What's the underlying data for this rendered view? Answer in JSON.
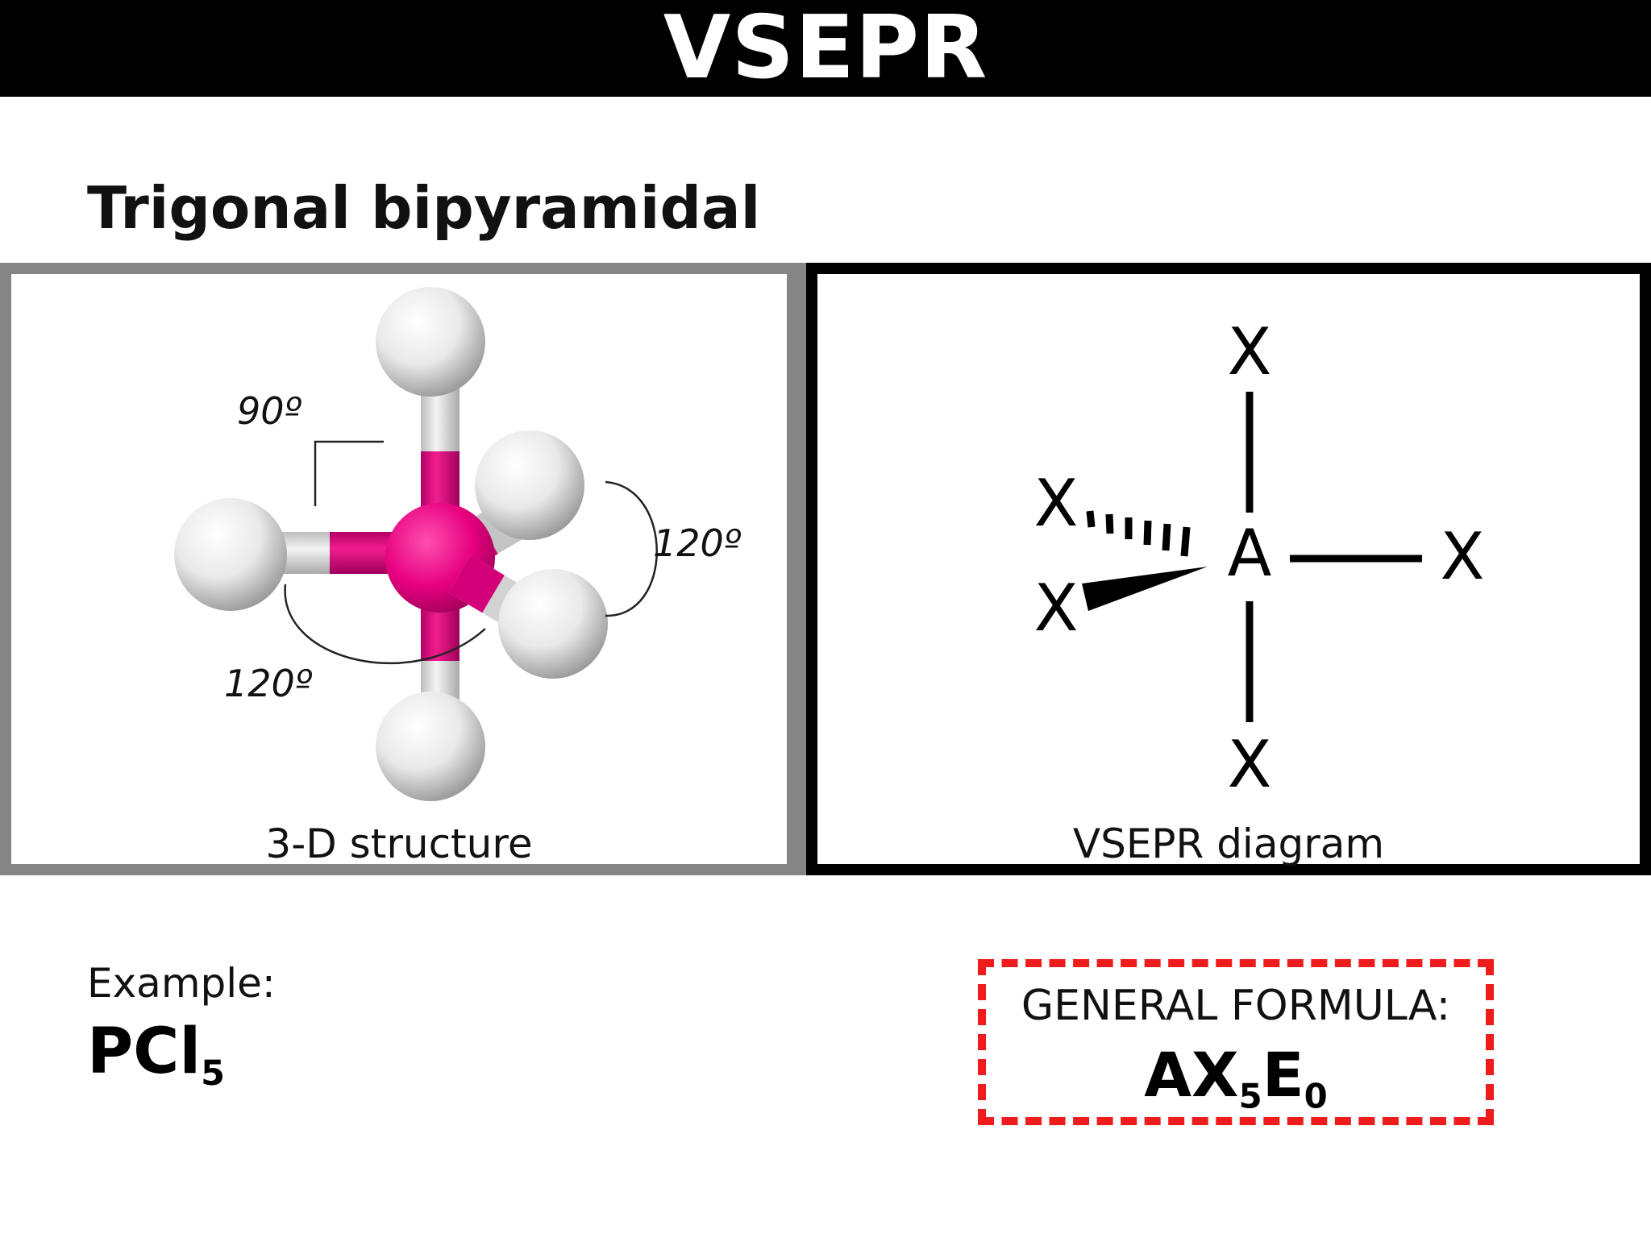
{
  "header": {
    "title": "VSEPR"
  },
  "subtitle": "Trigonal bipyramidal",
  "structure_panel": {
    "caption": "3-D structure",
    "angles": [
      "90º",
      "120º",
      "120º"
    ],
    "colors": {
      "central_atom": "#e6007e",
      "ligand_atom": "#e8e8e8",
      "border": "#858585"
    }
  },
  "diagram_panel": {
    "caption": "VSEPR diagram",
    "central_atom": "A",
    "ligands": [
      "X",
      "X",
      "X",
      "X",
      "X"
    ]
  },
  "example": {
    "label": "Example:",
    "formula": "PCl",
    "subscript": "5"
  },
  "general_formula": {
    "label": "GENERAL FORMULA:",
    "parts": [
      "AX",
      "5",
      "E",
      "0"
    ],
    "border_color": "#ee1c1c"
  }
}
